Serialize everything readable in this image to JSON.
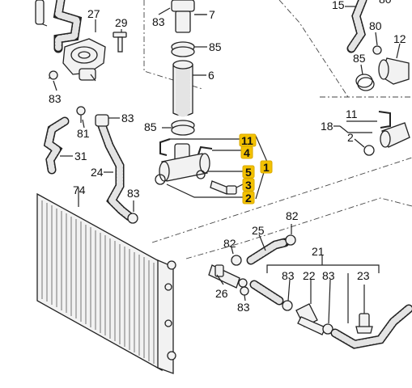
{
  "diagram": {
    "labels": {
      "p1": "1",
      "p2": "2",
      "p3": "3",
      "p4": "4",
      "p5": "5",
      "p6": "6",
      "p7": "7",
      "p11": "11",
      "p12": "12",
      "p15": "15",
      "p18": "18",
      "p21": "21",
      "p22": "22",
      "p23": "23",
      "p24": "24",
      "p25": "25",
      "p26": "26",
      "p27": "27",
      "p29": "29",
      "p31": "31",
      "p74": "74",
      "p80": "80",
      "p81": "81",
      "p82": "82",
      "p83": "83",
      "p85": "85",
      "p11b": "11",
      "p2b": "2"
    },
    "highlight_color": "#f3c100"
  }
}
